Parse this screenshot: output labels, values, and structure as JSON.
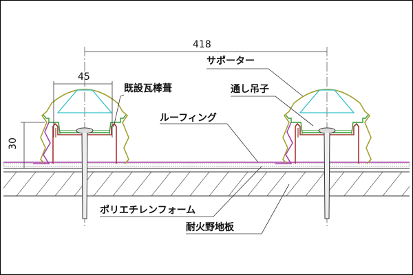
{
  "dimensions": {
    "pitch": "418",
    "width": "45",
    "height": "30"
  },
  "labels": {
    "existing_roof": "既設瓦棒葺",
    "supporter": "サポーター",
    "through_clip": "通し吊子",
    "roofing": "ルーフィング",
    "polyethylene_foam": "ポリエチレンフォーム",
    "fireproof_sheathing": "耐火野地板"
  },
  "colors": {
    "channel": "#a83232",
    "clip": "#2e9a2e",
    "cover": "#a4a232",
    "support": "#30c0c8",
    "flashing": "#a63aa6",
    "line": "#333333"
  }
}
